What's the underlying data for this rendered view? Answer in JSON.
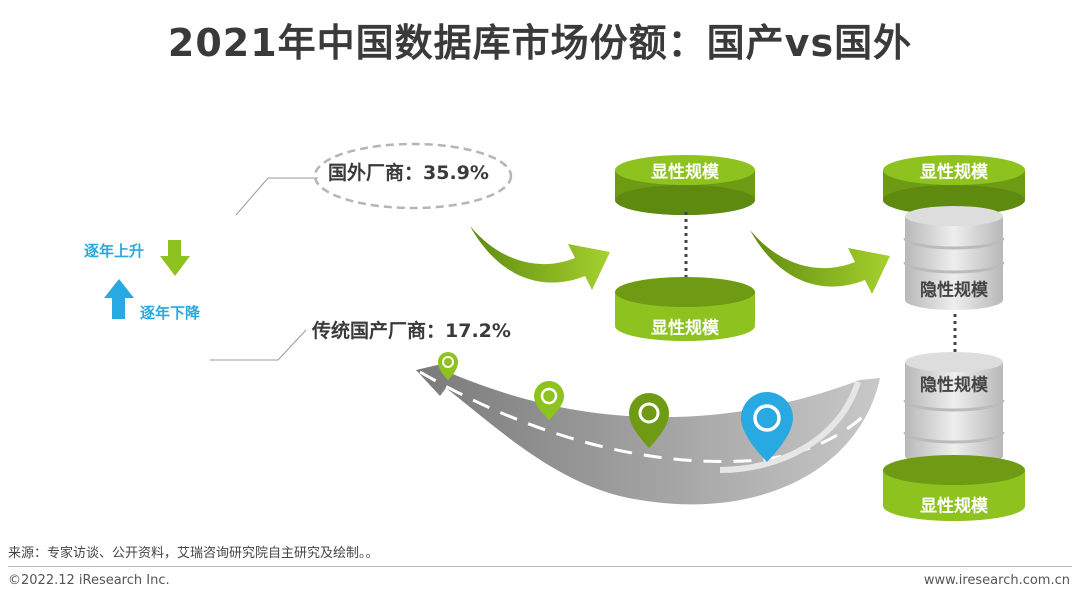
{
  "title": "2021年中国数据库市场份额：国产vs国外",
  "foreign_label": "国外厂商：35.9%",
  "domestic_label": "传统国产厂商：17.2%",
  "trend_up_label": "逐年上升",
  "trend_down_label": "逐年下降",
  "cylinders": {
    "mid_top": "显性规模",
    "mid_bottom": "显性规模",
    "right_top": "显性规模",
    "right_hidden_1": "隐性规模",
    "right_hidden_2": "隐性规模",
    "right_bottom": "显性规模"
  },
  "source": "来源：专家访谈、公开资料，艾瑞咨询研究院自主研究及绘制。。",
  "copyright": "©2022.12 iResearch Inc.",
  "website": "www.iresearch.com.cn",
  "colors": {
    "green": "#8dc21f",
    "green_dark": "#6f9b14",
    "blue": "#29a9e1",
    "road_gray": "#9e9e9e",
    "disk_gray": "#cfcfcf"
  }
}
